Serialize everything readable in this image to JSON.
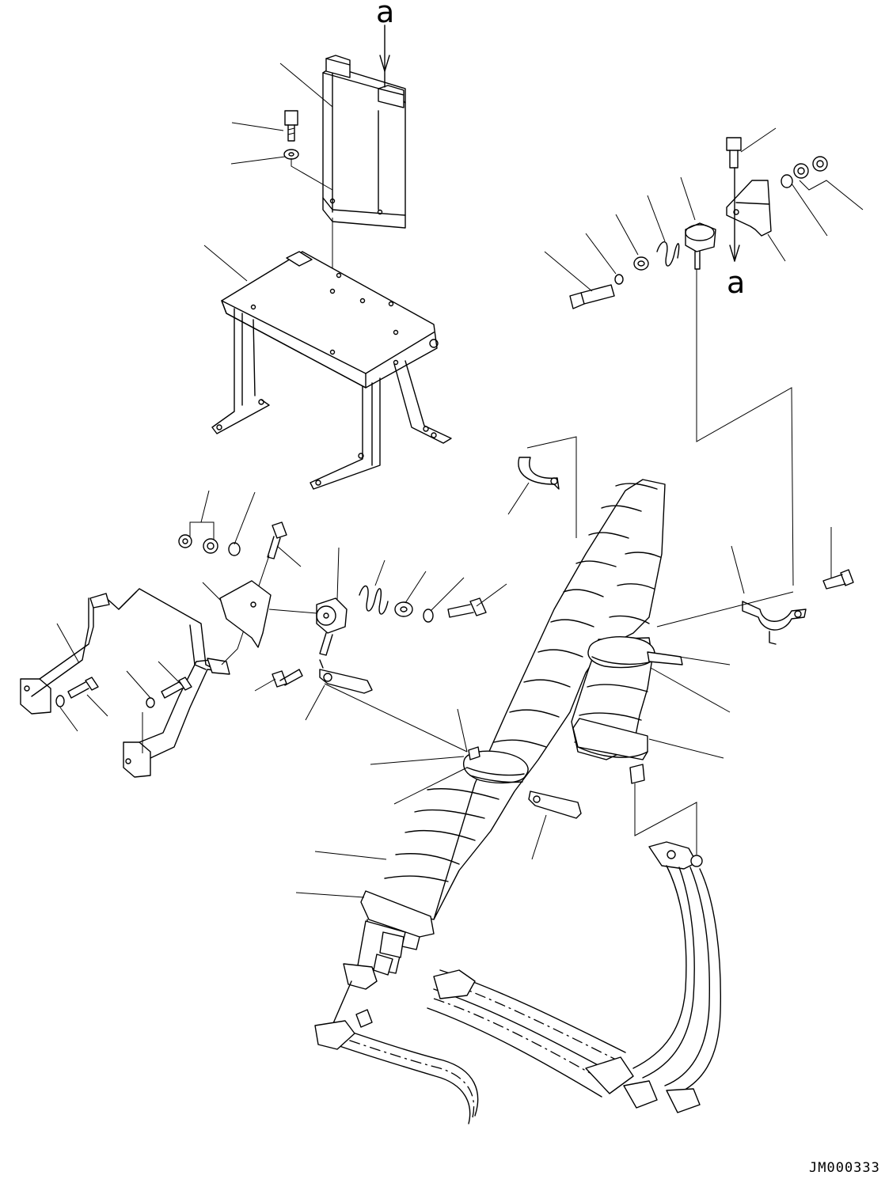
{
  "diagram": {
    "view_marker_top": "a",
    "view_marker_right": "a",
    "document_id": "JM000333"
  }
}
